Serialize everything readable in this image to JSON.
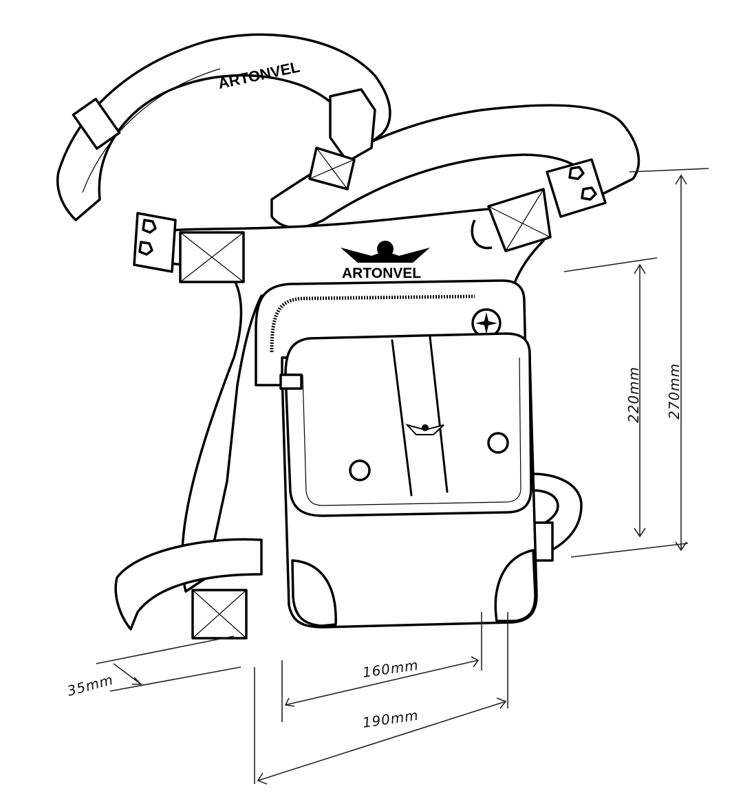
{
  "product": {
    "brand": "ARTONVEL",
    "strap_brand": "ARTONVEL"
  },
  "dimensions": {
    "height_pocket": "220mm",
    "height_total": "270mm",
    "width_pocket": "160mm",
    "width_total": "190mm",
    "depth": "35mm"
  },
  "colors": {
    "line": "#000000",
    "background": "#ffffff"
  }
}
